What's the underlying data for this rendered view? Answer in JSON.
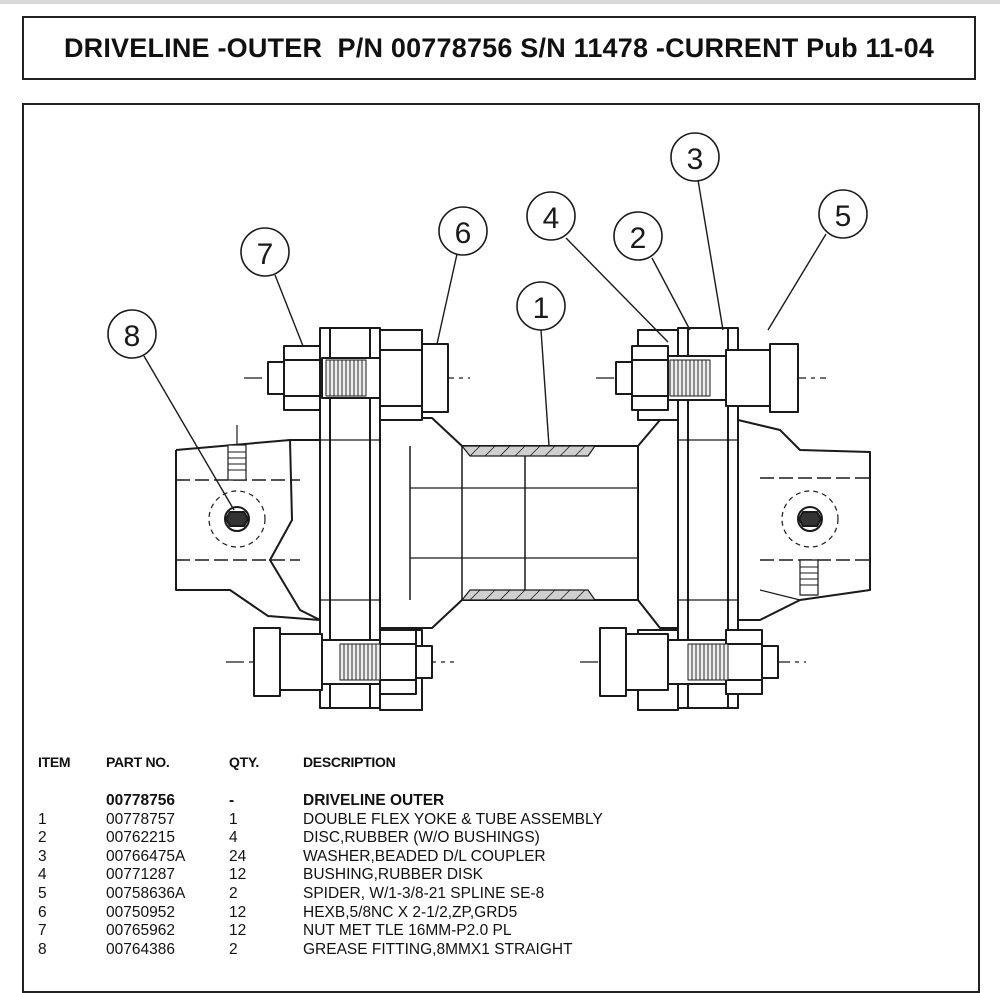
{
  "title": "DRIVELINE -OUTER  P/N 00778756 S/N 11478 -CURRENT Pub 11-04",
  "balloons": [
    "1",
    "2",
    "3",
    "4",
    "5",
    "6",
    "7",
    "8"
  ],
  "parts_table": {
    "headers": [
      "ITEM",
      "PART NO.",
      "QTY.",
      "DESCRIPTION"
    ],
    "rows": [
      {
        "item": "",
        "part_no": "00778756",
        "qty": "-",
        "description": "DRIVELINE OUTER"
      },
      {
        "item": "1",
        "part_no": "00778757",
        "qty": "1",
        "description": "DOUBLE FLEX YOKE & TUBE ASSEMBLY"
      },
      {
        "item": "2",
        "part_no": "00762215",
        "qty": "4",
        "description": "DISC,RUBBER (W/O BUSHINGS)"
      },
      {
        "item": "3",
        "part_no": "00766475A",
        "qty": "24",
        "description": "WASHER,BEADED D/L COUPLER"
      },
      {
        "item": "4",
        "part_no": "00771287",
        "qty": "12",
        "description": "BUSHING,RUBBER DISK"
      },
      {
        "item": "5",
        "part_no": "00758636A",
        "qty": "2",
        "description": "SPIDER, W/1-3/8-21 SPLINE SE-8"
      },
      {
        "item": "6",
        "part_no": "00750952",
        "qty": "12",
        "description": "HEXB,5/8NC X 2-1/2,ZP,GRD5"
      },
      {
        "item": "7",
        "part_no": "00765962",
        "qty": "12",
        "description": "NUT MET TLE 16MM-P2.0 PL"
      },
      {
        "item": "8",
        "part_no": "00764386",
        "qty": "2",
        "description": "GREASE FITTING,8MMX1 STRAIGHT"
      }
    ]
  }
}
